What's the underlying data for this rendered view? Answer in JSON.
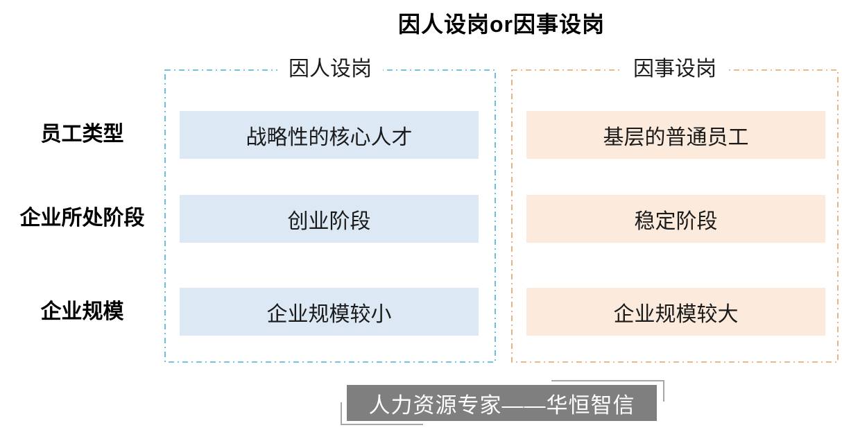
{
  "title": "因人设岗or因事设岗",
  "row_labels": [
    "员工类型",
    "企业所处阶段",
    "企业规模"
  ],
  "columns": [
    {
      "label": "因人设岗",
      "border_color": "#45b0d2",
      "cell_bg": "#dce9f5",
      "cells": [
        "战略性的核心人才",
        "创业阶段",
        "企业规模较小"
      ]
    },
    {
      "label": "因事设岗",
      "border_color": "#dfa265",
      "cell_bg": "#fcebdc",
      "cells": [
        "基层的普通员工",
        "稳定阶段",
        "企业规模较大"
      ]
    }
  ],
  "footer": {
    "text": "人力资源专家——华恒智信",
    "bg": "#7f7f7f",
    "text_color": "#ffffff",
    "bracket_color": "#a6a6a6"
  }
}
